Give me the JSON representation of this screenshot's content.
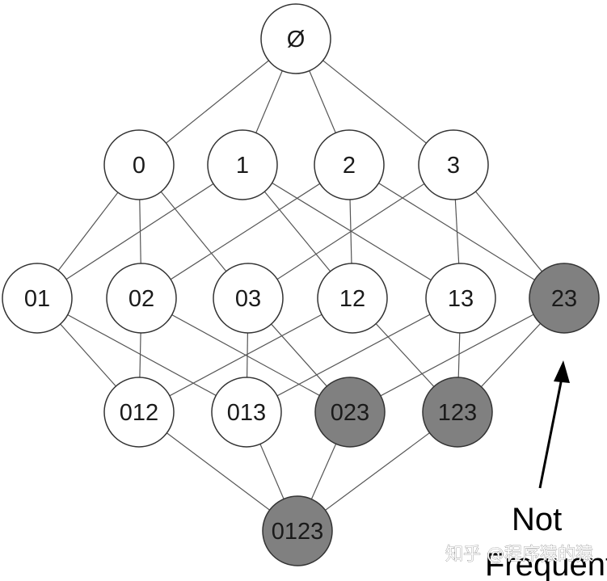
{
  "diagram": {
    "nodes": [
      {
        "id": "empty",
        "label": "Ø",
        "level": 0,
        "infrequent": false
      },
      {
        "id": "0",
        "label": "0",
        "level": 1,
        "infrequent": false
      },
      {
        "id": "1",
        "label": "1",
        "level": 1,
        "infrequent": false
      },
      {
        "id": "2",
        "label": "2",
        "level": 1,
        "infrequent": false
      },
      {
        "id": "3",
        "label": "3",
        "level": 1,
        "infrequent": false
      },
      {
        "id": "01",
        "label": "01",
        "level": 2,
        "infrequent": false
      },
      {
        "id": "02",
        "label": "02",
        "level": 2,
        "infrequent": false
      },
      {
        "id": "03",
        "label": "03",
        "level": 2,
        "infrequent": false
      },
      {
        "id": "12",
        "label": "12",
        "level": 2,
        "infrequent": false
      },
      {
        "id": "13",
        "label": "13",
        "level": 2,
        "infrequent": false
      },
      {
        "id": "23",
        "label": "23",
        "level": 2,
        "infrequent": true
      },
      {
        "id": "012",
        "label": "012",
        "level": 3,
        "infrequent": false
      },
      {
        "id": "013",
        "label": "013",
        "level": 3,
        "infrequent": false
      },
      {
        "id": "023",
        "label": "023",
        "level": 3,
        "infrequent": true
      },
      {
        "id": "123",
        "label": "123",
        "level": 3,
        "infrequent": true
      },
      {
        "id": "0123",
        "label": "0123",
        "level": 4,
        "infrequent": true
      }
    ],
    "edges": [
      [
        "empty",
        "0"
      ],
      [
        "empty",
        "1"
      ],
      [
        "empty",
        "2"
      ],
      [
        "empty",
        "3"
      ],
      [
        "0",
        "01"
      ],
      [
        "0",
        "02"
      ],
      [
        "0",
        "03"
      ],
      [
        "1",
        "01"
      ],
      [
        "1",
        "12"
      ],
      [
        "1",
        "13"
      ],
      [
        "2",
        "02"
      ],
      [
        "2",
        "12"
      ],
      [
        "2",
        "23"
      ],
      [
        "3",
        "03"
      ],
      [
        "3",
        "13"
      ],
      [
        "3",
        "23"
      ],
      [
        "01",
        "012"
      ],
      [
        "01",
        "013"
      ],
      [
        "02",
        "012"
      ],
      [
        "02",
        "023"
      ],
      [
        "03",
        "013"
      ],
      [
        "03",
        "023"
      ],
      [
        "12",
        "012"
      ],
      [
        "12",
        "123"
      ],
      [
        "13",
        "013"
      ],
      [
        "13",
        "123"
      ],
      [
        "23",
        "023"
      ],
      [
        "23",
        "123"
      ],
      [
        "012",
        "0123"
      ],
      [
        "013",
        "0123"
      ],
      [
        "023",
        "0123"
      ],
      [
        "123",
        "0123"
      ]
    ],
    "annotation": {
      "line1": "Not",
      "line2": "Frequent"
    },
    "watermark": "知乎 @程序猿的猿",
    "colors": {
      "node_fill": "#ffffff",
      "infrequent_fill": "#808080",
      "stroke": "#333333",
      "edge": "#555555"
    }
  }
}
